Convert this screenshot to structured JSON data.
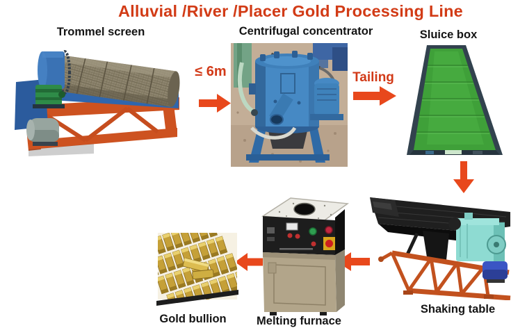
{
  "title": "Alluvial /River /Placer Gold Processing Line",
  "annotations": {
    "feed_size": "≤ 6m",
    "tailing": "Tailing"
  },
  "stages": {
    "trommel": {
      "label": "Trommel screen"
    },
    "concentrator": {
      "label": "Centrifugal concentrator"
    },
    "sluice": {
      "label": "Sluice box"
    },
    "shaking_table": {
      "label": "Shaking table"
    },
    "melting_furnace": {
      "label": "Melting furnace"
    },
    "gold_bullion": {
      "label": "Gold bullion"
    }
  },
  "flow": [
    {
      "from": "Trommel screen",
      "to": "Centrifugal concentrator",
      "note": "≤ 6m",
      "direction": "right"
    },
    {
      "from": "Centrifugal concentrator",
      "to": "Sluice box",
      "note": "Tailing",
      "direction": "right"
    },
    {
      "from": "Sluice box",
      "to": "Shaking table",
      "note": "",
      "direction": "down"
    },
    {
      "from": "Shaking table",
      "to": "Melting furnace",
      "note": "",
      "direction": "left"
    },
    {
      "from": "Melting furnace",
      "to": "Gold bullion",
      "note": "",
      "direction": "left"
    }
  ],
  "colors": {
    "title": "#d23b16",
    "label": "#141414",
    "arrow": "#e8481c",
    "background": "#ffffff",
    "sluice_green": "#3fa039",
    "machine_blue": "#4689c4",
    "frame_orange": "#c9521f",
    "table_motor_cyan": "#8edbd2",
    "gold": "#c5a038"
  }
}
